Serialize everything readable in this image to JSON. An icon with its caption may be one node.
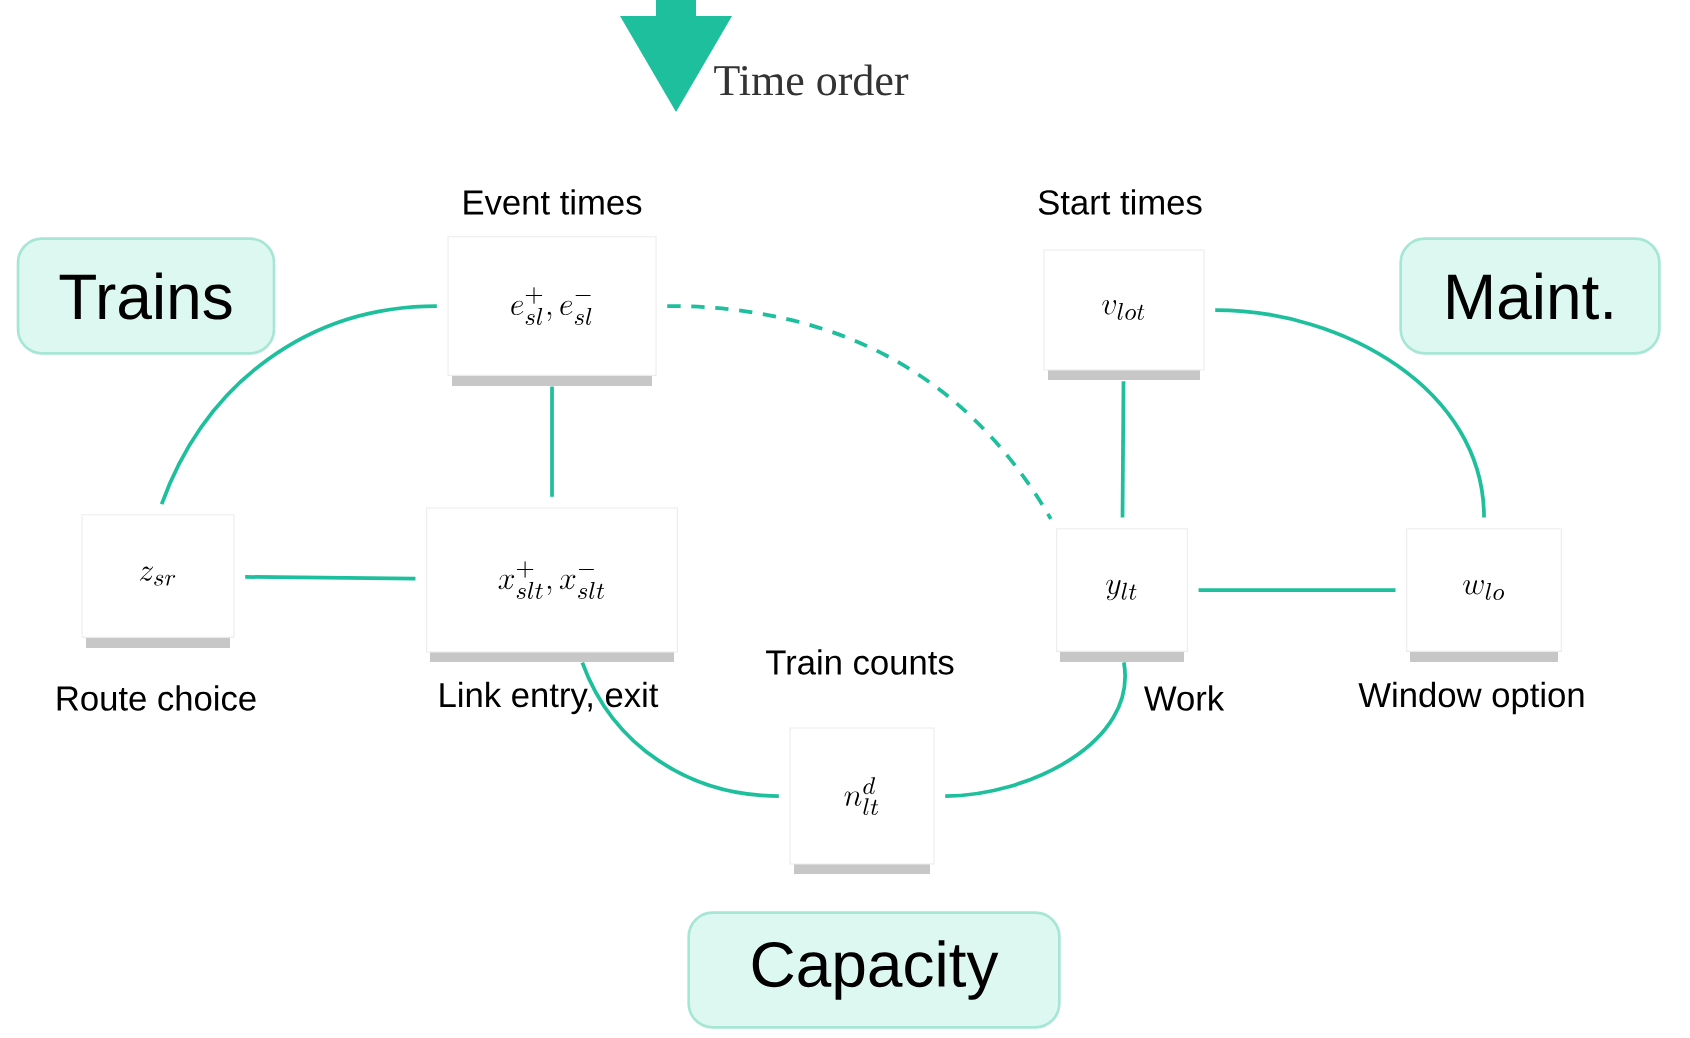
{
  "diagram": {
    "nodes": [
      {
        "text": [
          "Trains"
        ]
      },
      {
        "text": [
          "e^+_{sl}, e^-_{sl}"
        ],
        "beside": [
          "Event times"
        ]
      },
      {
        "text": [
          "v_{lot}"
        ],
        "beside": [
          "Start times"
        ]
      },
      {
        "text": [
          "Maint."
        ]
      },
      {
        "text": [
          "z_{sr}"
        ],
        "beside": [
          "Route choice"
        ]
      },
      {
        "text": [
          "x^+_{slt}, x^-_{slt}"
        ],
        "beside": [
          "Link entry, exit"
        ]
      },
      {
        "text": [
          "n^d_{lt}"
        ],
        "beside": [
          "Train counts"
        ]
      },
      {
        "text": [
          "y_{lt}"
        ],
        "beside": [
          "Work"
        ]
      },
      {
        "text": [
          "w_{lo}"
        ],
        "beside": [
          "Window option"
        ]
      },
      {
        "text": [
          "Capacity"
        ]
      }
    ],
    "edges": [
      {
        "from": 4,
        "to": 1,
        "arrow": "none"
      },
      {
        "from": 1,
        "to": 5,
        "arrow": "none"
      },
      {
        "from": 4,
        "to": 5,
        "arrow": "none"
      },
      {
        "from": 1,
        "to": 7,
        "arrow": "none",
        "style": "dashed"
      },
      {
        "from": 2,
        "to": 7,
        "arrow": "none"
      },
      {
        "from": 7,
        "to": 8,
        "arrow": "none"
      },
      {
        "from": 2,
        "to": 8,
        "arrow": "none"
      },
      {
        "from": 5,
        "to": 6,
        "arrow": "none"
      },
      {
        "from": 6,
        "to": 7,
        "arrow": "none"
      }
    ],
    "labels": [
      "Time order"
    ]
  }
}
